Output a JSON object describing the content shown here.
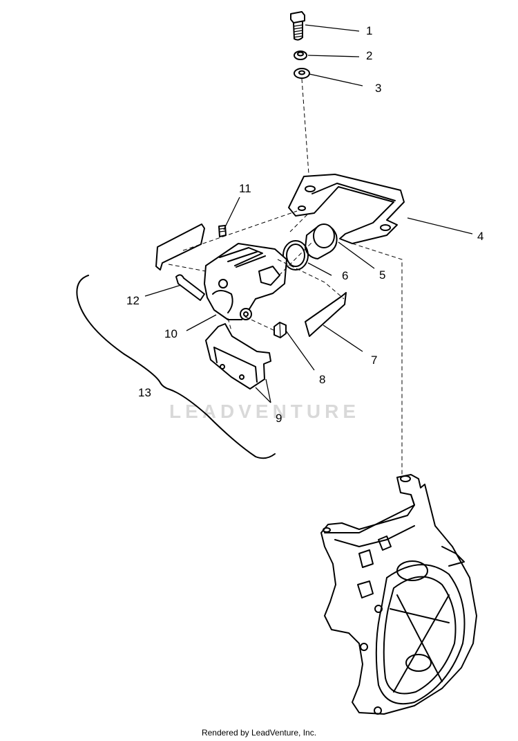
{
  "watermark": "LEADVENTURE",
  "footer": "Rendered by LeadVenture, Inc.",
  "callouts": {
    "c1": "1",
    "c2": "2",
    "c3": "3",
    "c4": "4",
    "c5": "5",
    "c6": "6",
    "c7": "7",
    "c8": "8",
    "c9": "9",
    "c10": "10",
    "c11": "11",
    "c12": "12",
    "c13": "13"
  }
}
